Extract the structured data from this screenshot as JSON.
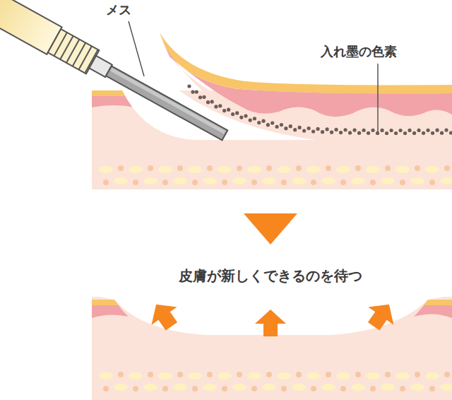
{
  "diagram": {
    "labels": [
      "メス",
      "入れ墨の色素",
      "皮膚が新しくできるのを待つ"
    ]
  }
}
